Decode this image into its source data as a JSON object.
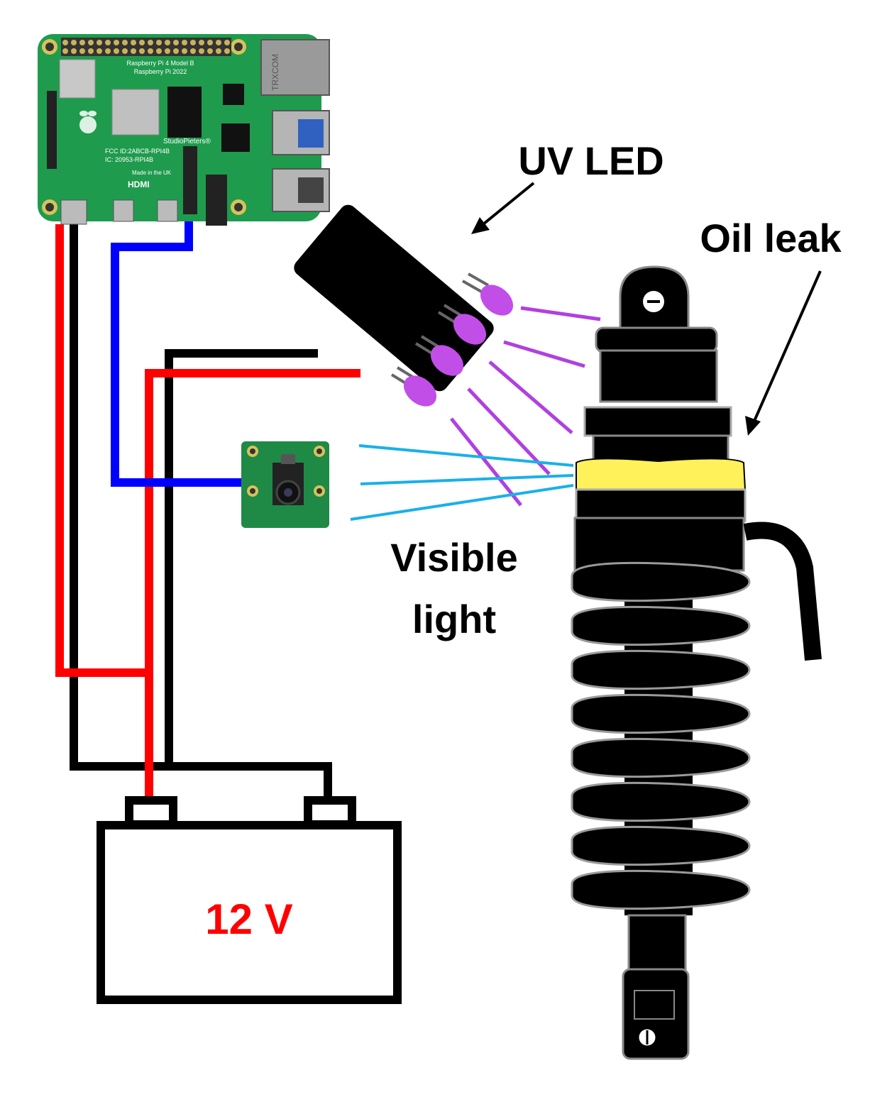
{
  "labels": {
    "uv_led": "UV LED",
    "oil_leak": "Oil leak",
    "visible_light_line1": "Visible",
    "visible_light_line2": "light",
    "battery_voltage": "12 V"
  },
  "board": {
    "model_line1": "Raspberry Pi 4 Model B",
    "model_line2": "Raspberry Pi 2022",
    "fcc": "FCC ID:2ABCB-RPI4B",
    "ic": "IC: 20953-RPI4B",
    "made_in": "Made in the UK",
    "hdmi": "HDMI",
    "ethernet_chip": "TRXCOM",
    "studio": "StudioPieters®"
  },
  "colors": {
    "power_positive": "#ff0000",
    "ground": "#000000",
    "signal": "#0000ff",
    "uv_light": "#b040e0",
    "visible_light": "#1ab0e8",
    "oil_leak_band": "#fff15a",
    "pcb_green": "#1f9b4d",
    "battery_text": "#ff0000"
  }
}
